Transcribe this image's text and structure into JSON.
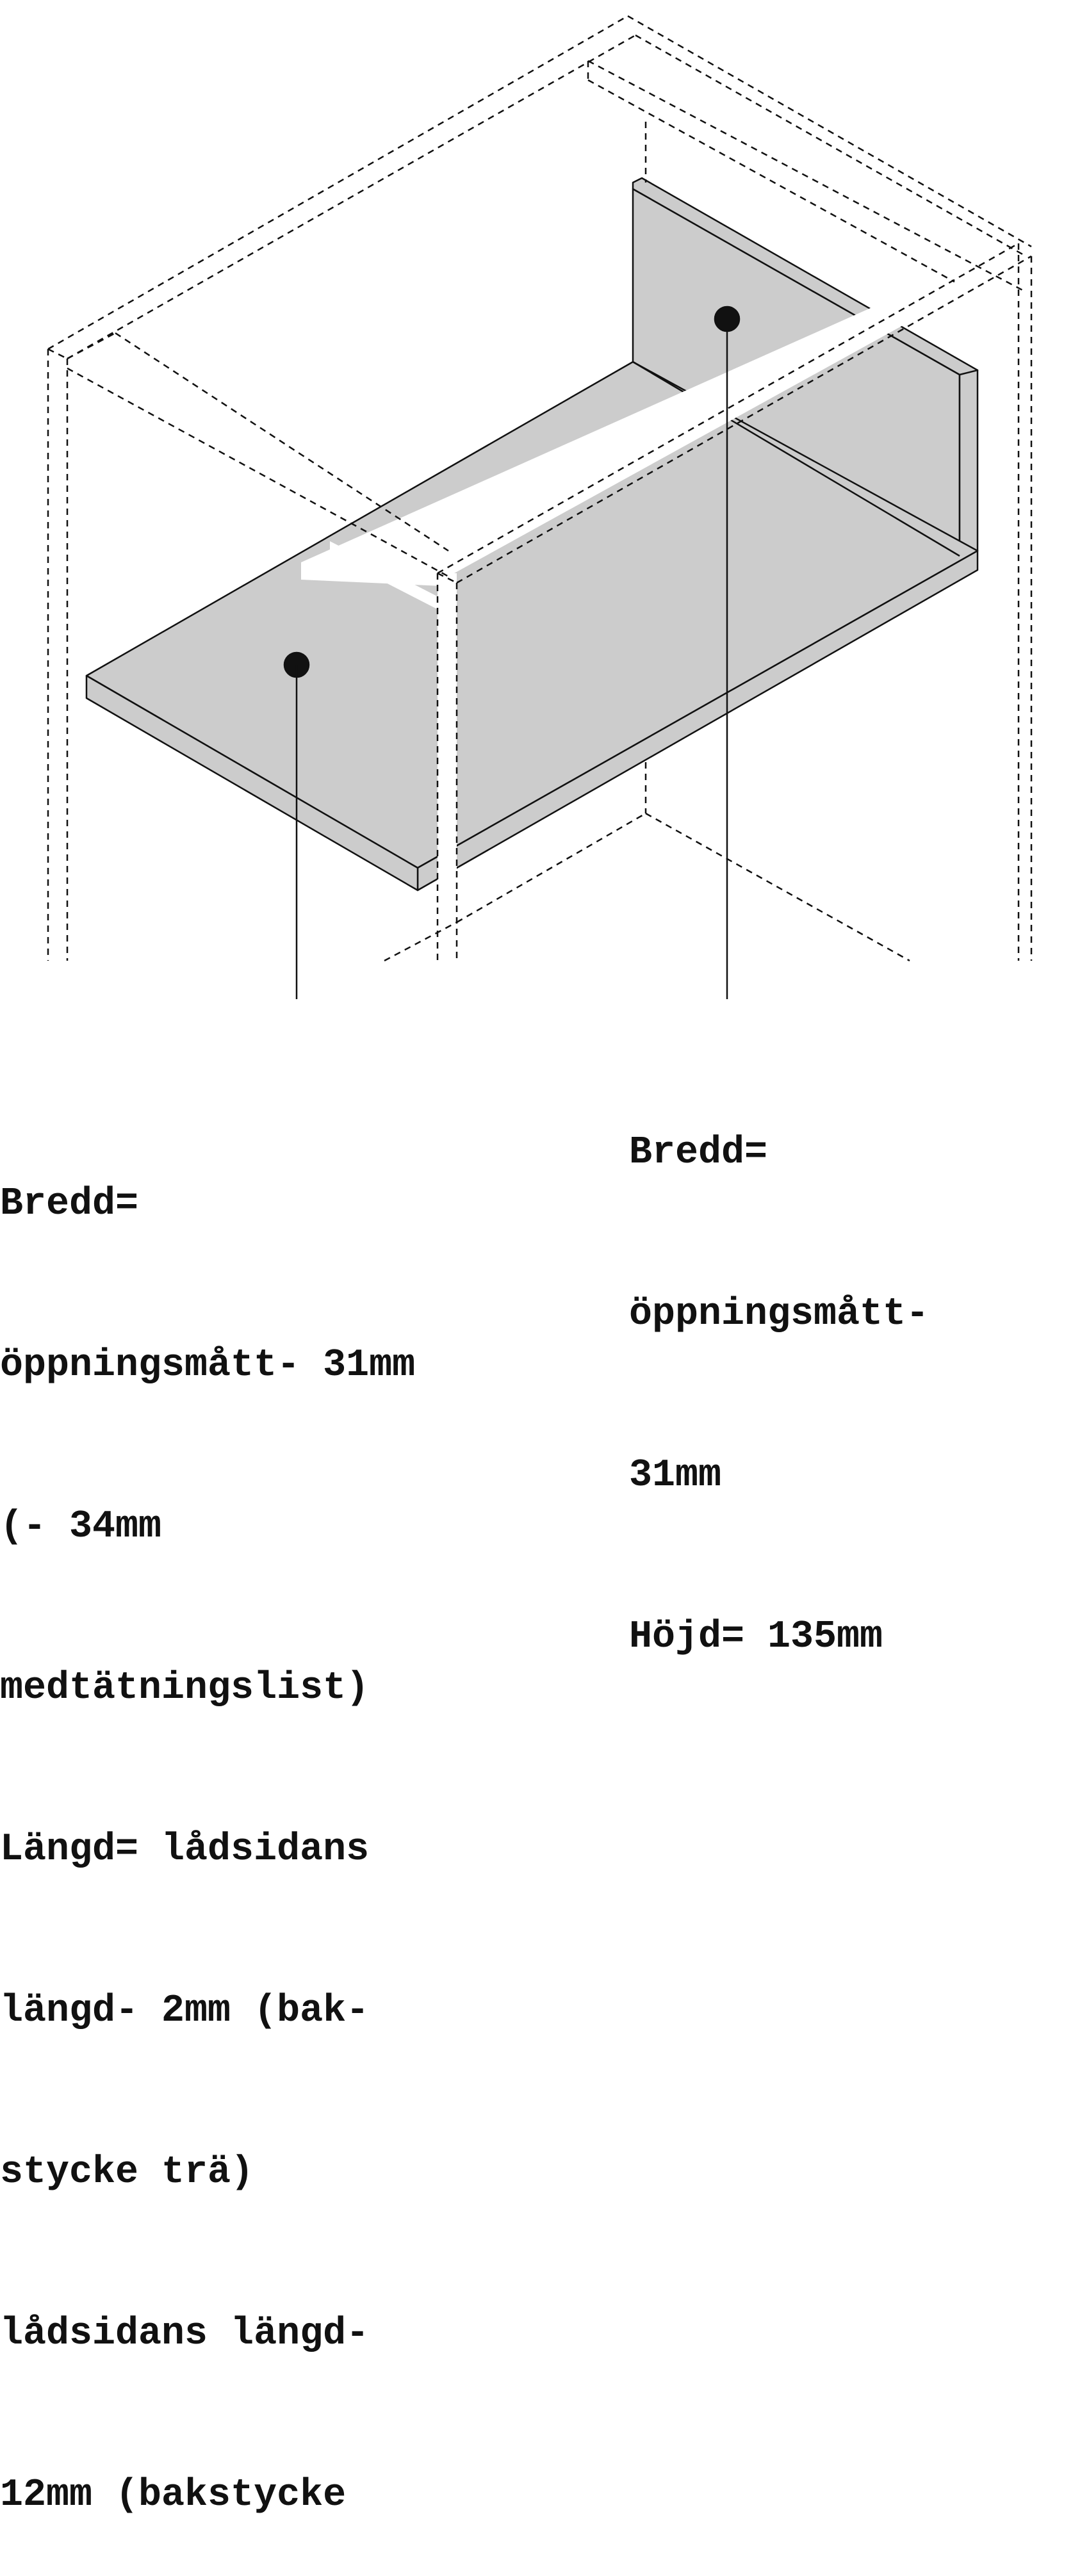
{
  "colors": {
    "panel_fill": "#cccccc",
    "stroke": "#111111",
    "background": "#ffffff"
  },
  "labels": {
    "bottom_panel": {
      "lines": [
        "Bredd=",
        "öppningsmått- 31mm",
        "(- 34mm",
        "medtätningslist)",
        "Längd= lådsidans",
        "längd- 2mm (bak-",
        "stycke trä)",
        "lådsidans längd-",
        "12mm (bakstycke"
      ]
    },
    "back_panel": {
      "lines": [
        "Bredd=",
        "öppningsmått-",
        "31mm",
        "Höjd= 135mm"
      ]
    }
  }
}
